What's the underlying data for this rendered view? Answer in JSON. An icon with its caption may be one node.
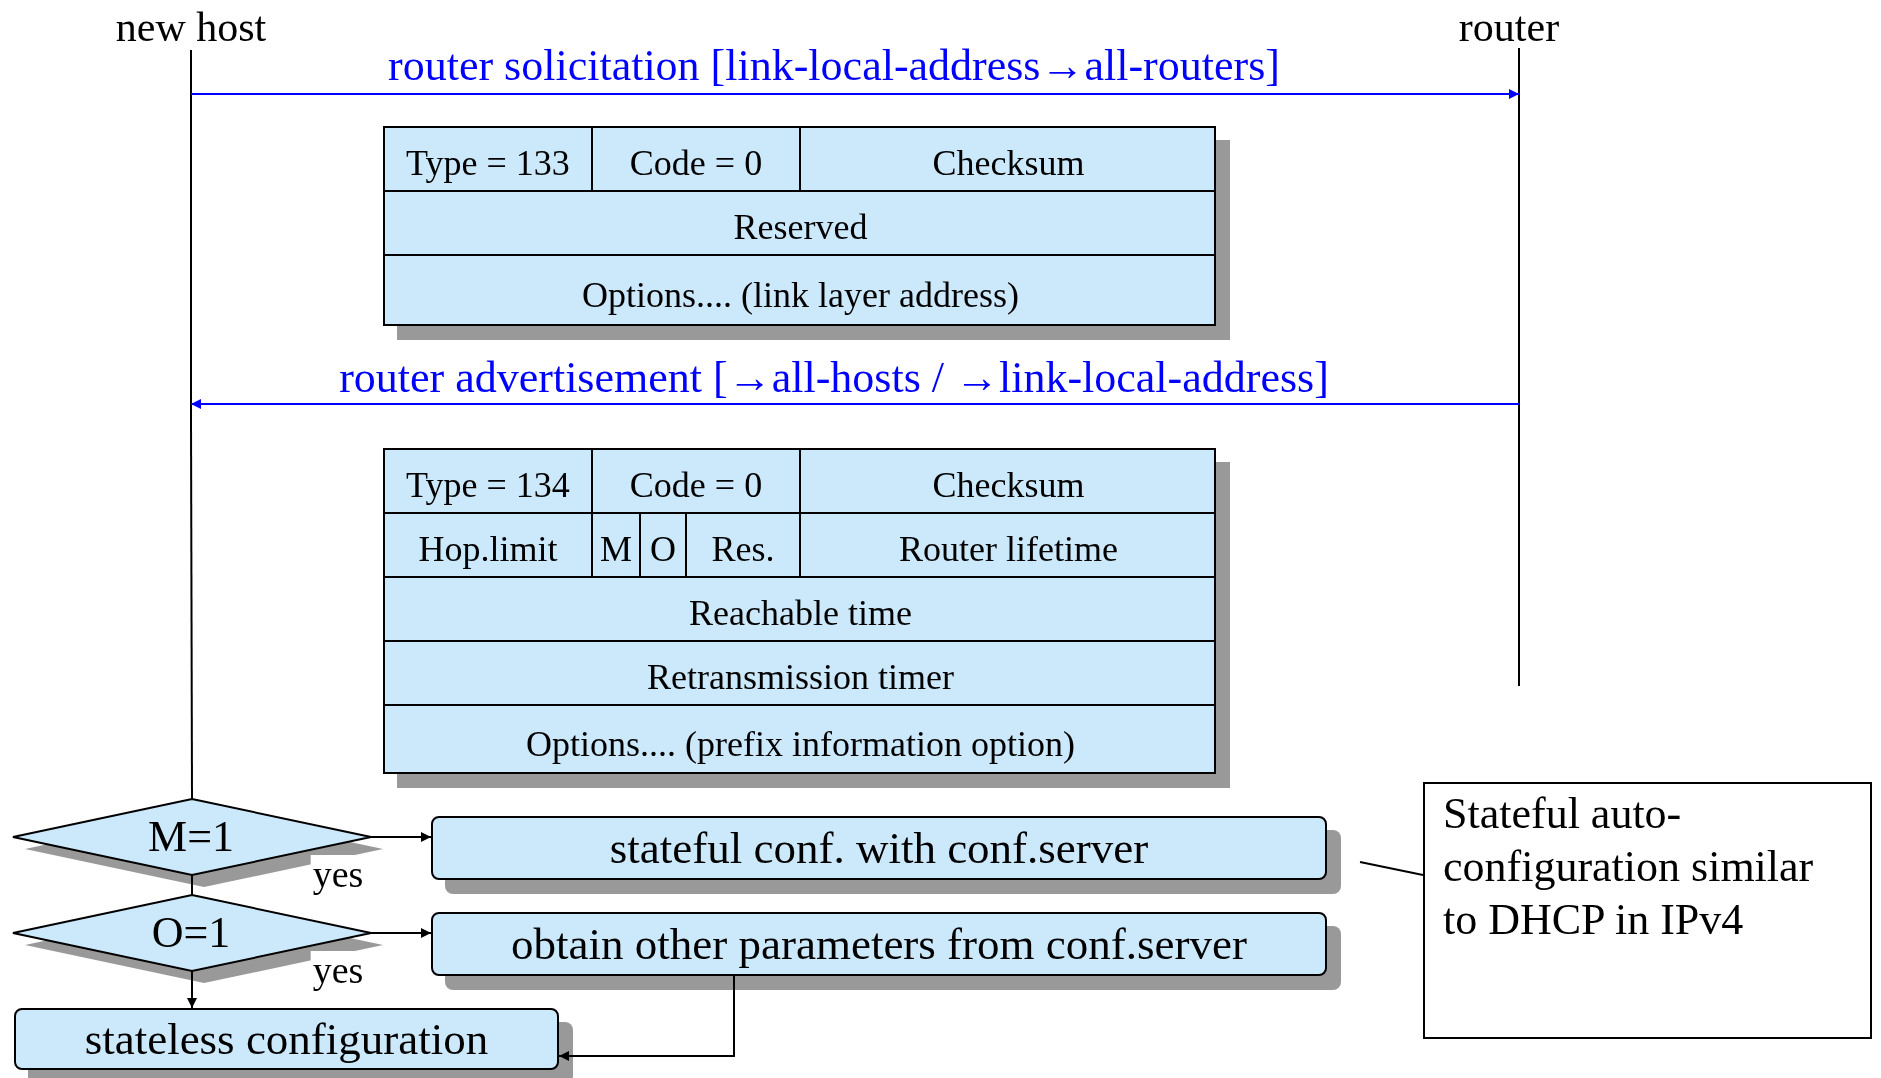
{
  "diagram": {
    "nodes": [
      {
        "text": [
          "new host"
        ]
      },
      {
        "text": [
          "router"
        ]
      },
      {
        "text": [
          "M=1"
        ]
      },
      {
        "text": [
          "O=1"
        ]
      },
      {
        "text": [
          "stateful conf. with conf.server"
        ]
      },
      {
        "text": [
          "obtain other parameters from conf.server"
        ]
      },
      {
        "text": [
          "stateless configuration"
        ]
      },
      {
        "text": [
          "Stateful auto-configuration similar to DHCP in IPv4"
        ]
      }
    ],
    "edges": [
      {
        "from": 0,
        "to": 1,
        "arrow": "to",
        "label": "router solicitation [link-local-address→all-routers]",
        "color": "#0000ff"
      },
      {
        "from": 1,
        "to": 0,
        "arrow": "to",
        "label": "router advertisement [→all-hosts / →link-local-address]",
        "color": "#0000ff"
      },
      {
        "from": 0,
        "to": 2,
        "arrow": "none"
      },
      {
        "from": 2,
        "to": 3,
        "arrow": "none"
      },
      {
        "from": 2,
        "to": 4,
        "arrow": "to",
        "label": "yes"
      },
      {
        "from": 3,
        "to": 5,
        "arrow": "to",
        "label": "yes"
      },
      {
        "from": 3,
        "to": 6,
        "arrow": "to"
      },
      {
        "from": 5,
        "to": 6,
        "arrow": "to"
      },
      {
        "from": 7,
        "to": 4,
        "arrow": "none"
      }
    ],
    "labels": [
      "Type = 133",
      "Code = 0",
      "Checksum",
      "Reserved",
      "Options.... (link layer address)",
      "Type = 134",
      "Code = 0",
      "Checksum",
      "Hop.limit",
      "M",
      "O",
      "Res.",
      "Router lifetime",
      "Reachable time",
      "Retransmission timer",
      "Options.... (prefix information option)"
    ]
  }
}
